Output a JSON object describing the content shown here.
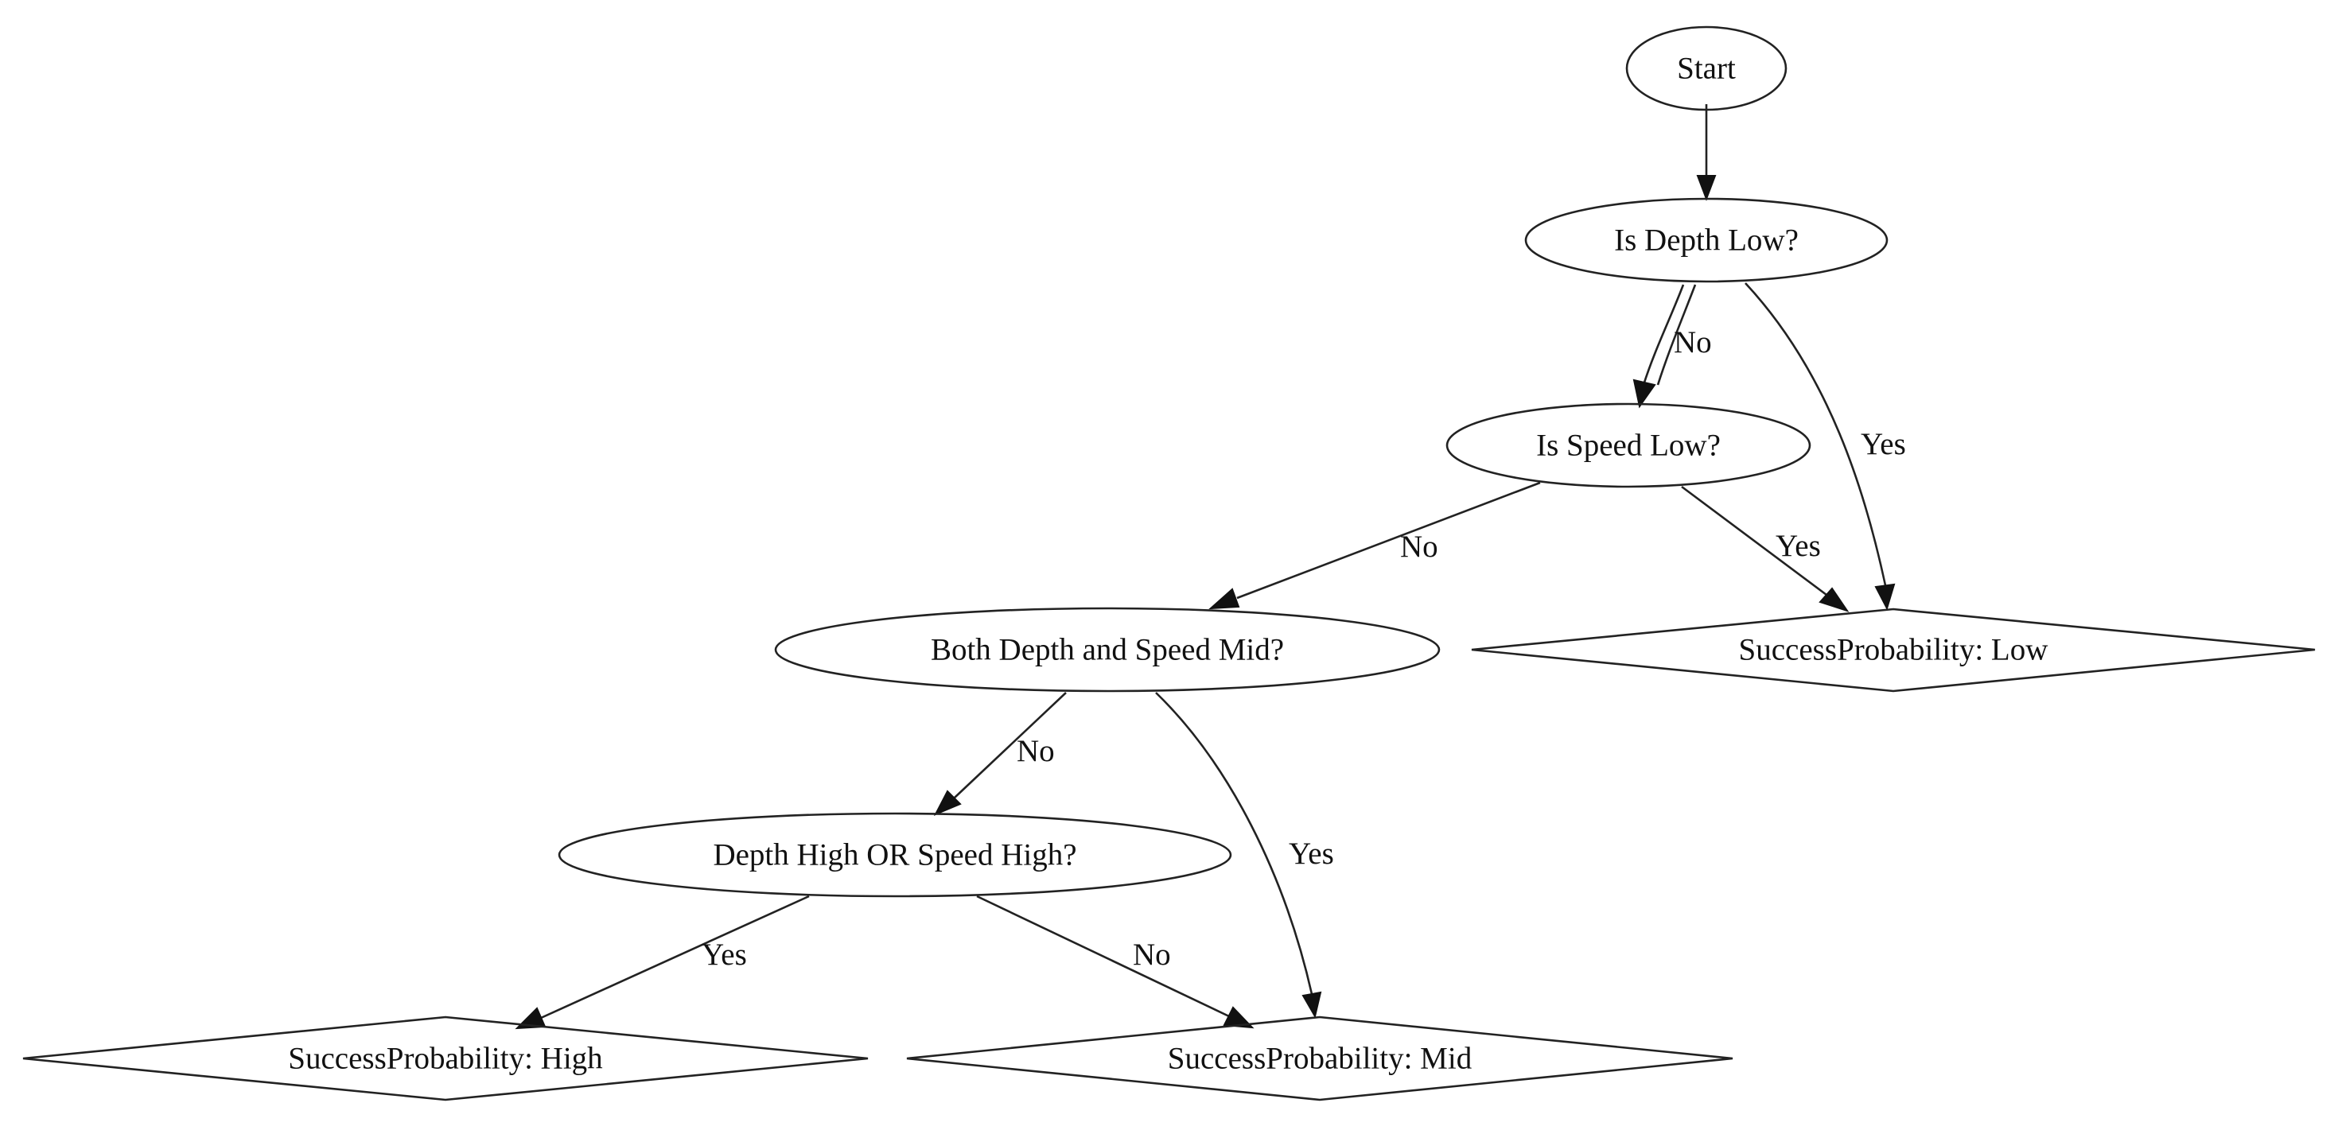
{
  "diagram": {
    "type": "decision-tree",
    "nodes": {
      "start": {
        "label": "Start",
        "shape": "ellipse"
      },
      "depth_low": {
        "label": "Is Depth Low?",
        "shape": "ellipse"
      },
      "speed_low": {
        "label": "Is Speed Low?",
        "shape": "ellipse"
      },
      "both_mid": {
        "label": "Both Depth and Speed Mid?",
        "shape": "ellipse"
      },
      "high_or_high": {
        "label": "Depth High OR Speed High?",
        "shape": "ellipse"
      },
      "prob_low": {
        "label": "SuccessProbability: Low",
        "shape": "diamond"
      },
      "prob_high": {
        "label": "SuccessProbability: High",
        "shape": "diamond"
      },
      "prob_mid": {
        "label": "SuccessProbability: Mid",
        "shape": "diamond"
      }
    },
    "edges": {
      "start_to_depth": {
        "from": "Start",
        "to": "Is Depth Low?",
        "label": ""
      },
      "depth_no": {
        "from": "Is Depth Low?",
        "to": "Is Speed Low?",
        "label": "No"
      },
      "depth_yes": {
        "from": "Is Depth Low?",
        "to": "SuccessProbability: Low",
        "label": "Yes"
      },
      "speed_no": {
        "from": "Is Speed Low?",
        "to": "Both Depth and Speed Mid?",
        "label": "No"
      },
      "speed_yes": {
        "from": "Is Speed Low?",
        "to": "SuccessProbability: Low",
        "label": "Yes"
      },
      "mid_no": {
        "from": "Both Depth and Speed Mid?",
        "to": "Depth High OR Speed High?",
        "label": "No"
      },
      "mid_yes": {
        "from": "Both Depth and Speed Mid?",
        "to": "SuccessProbability: Mid",
        "label": "Yes"
      },
      "high_yes": {
        "from": "Depth High OR Speed High?",
        "to": "SuccessProbability: High",
        "label": "Yes"
      },
      "high_no": {
        "from": "Depth High OR Speed High?",
        "to": "SuccessProbability: Mid",
        "label": "No"
      }
    }
  }
}
